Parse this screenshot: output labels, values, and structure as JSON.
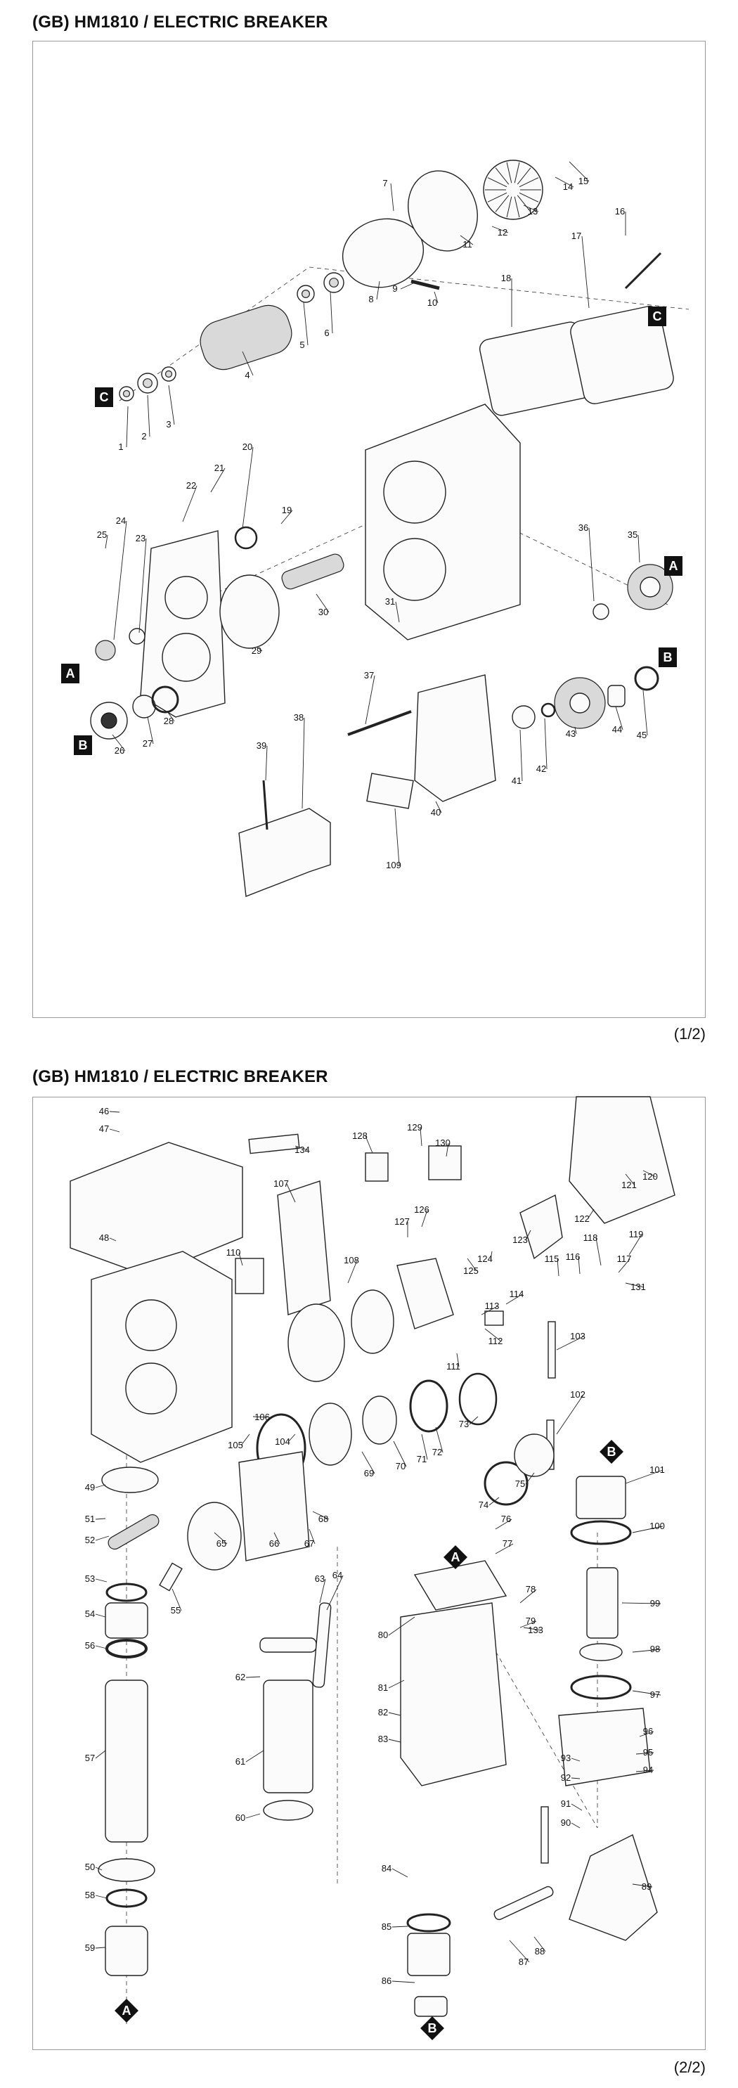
{
  "page1": {
    "title": "(GB) HM1810 / ELECTRIC BREAKER",
    "page_number": "(1/2)",
    "parts": [
      "1",
      "2",
      "3",
      "4",
      "5",
      "6",
      "7",
      "8",
      "9",
      "10",
      "11",
      "12",
      "13",
      "14",
      "15",
      "16",
      "17",
      "18",
      "19",
      "20",
      "21",
      "22",
      "23",
      "24",
      "25",
      "26",
      "27",
      "28",
      "29",
      "30",
      "31",
      "35",
      "36",
      "37",
      "38",
      "39",
      "40",
      "41",
      "42",
      "43",
      "44",
      "45",
      "109"
    ],
    "markers": [
      "C",
      "C",
      "A",
      "B",
      "A",
      "B"
    ]
  },
  "page2": {
    "title": "(GB) HM1810 / ELECTRIC BREAKER",
    "page_number": "(2/2)",
    "parts": [
      "46",
      "47",
      "48",
      "49",
      "50",
      "51",
      "52",
      "53",
      "54",
      "55",
      "56",
      "57",
      "58",
      "59",
      "60",
      "61",
      "62",
      "63",
      "64",
      "65",
      "66",
      "67",
      "68",
      "69",
      "70",
      "71",
      "72",
      "73",
      "74",
      "75",
      "76",
      "77",
      "78",
      "79",
      "80",
      "81",
      "82",
      "83",
      "84",
      "85",
      "86",
      "87",
      "88",
      "89",
      "90",
      "91",
      "92",
      "93",
      "94",
      "95",
      "96",
      "97",
      "98",
      "99",
      "100",
      "101",
      "102",
      "103",
      "104",
      "105",
      "106",
      "107",
      "108",
      "110",
      "111",
      "112",
      "113",
      "114",
      "115",
      "116",
      "117",
      "118",
      "119",
      "120",
      "121",
      "122",
      "123",
      "124",
      "125",
      "126",
      "127",
      "128",
      "129",
      "130",
      "131",
      "133",
      "134"
    ],
    "markers": [
      "B",
      "A",
      "A",
      "B"
    ]
  }
}
